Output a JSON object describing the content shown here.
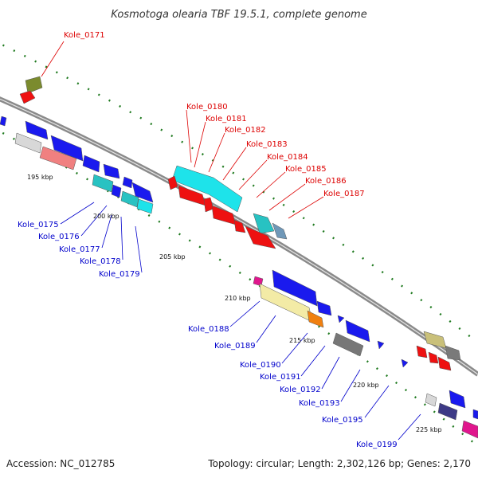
{
  "title": "Kosmotoga olearia TBF 19.5.1, complete genome",
  "footer": {
    "accession": "Accession: NC_012785",
    "summary": "Topology: circular; Length: 2,302,126 bp; Genes: 2,170"
  },
  "colors": {
    "forward_label": "#dd0000",
    "reverse_label": "#0000cc",
    "backbone": "#8a8a8a",
    "tick_dots": "#1f7a1f"
  },
  "ticks": [
    "195 kbp",
    "200 kbp",
    "205 kbp",
    "210 kbp",
    "215 kbp",
    "220 kbp",
    "225 kbp"
  ],
  "gene_labels": {
    "forward": [
      "Kole_0171",
      "Kole_0180",
      "Kole_0181",
      "Kole_0182",
      "Kole_0183",
      "Kole_0184",
      "Kole_0185",
      "Kole_0186",
      "Kole_0187"
    ],
    "reverse": [
      "Kole_0175",
      "Kole_0176",
      "Kole_0177",
      "Kole_0178",
      "Kole_0179",
      "Kole_0188",
      "Kole_0189",
      "Kole_0190",
      "Kole_0191",
      "Kole_0192",
      "Kole_0193",
      "Kole_0195",
      "Kole_0199"
    ]
  }
}
